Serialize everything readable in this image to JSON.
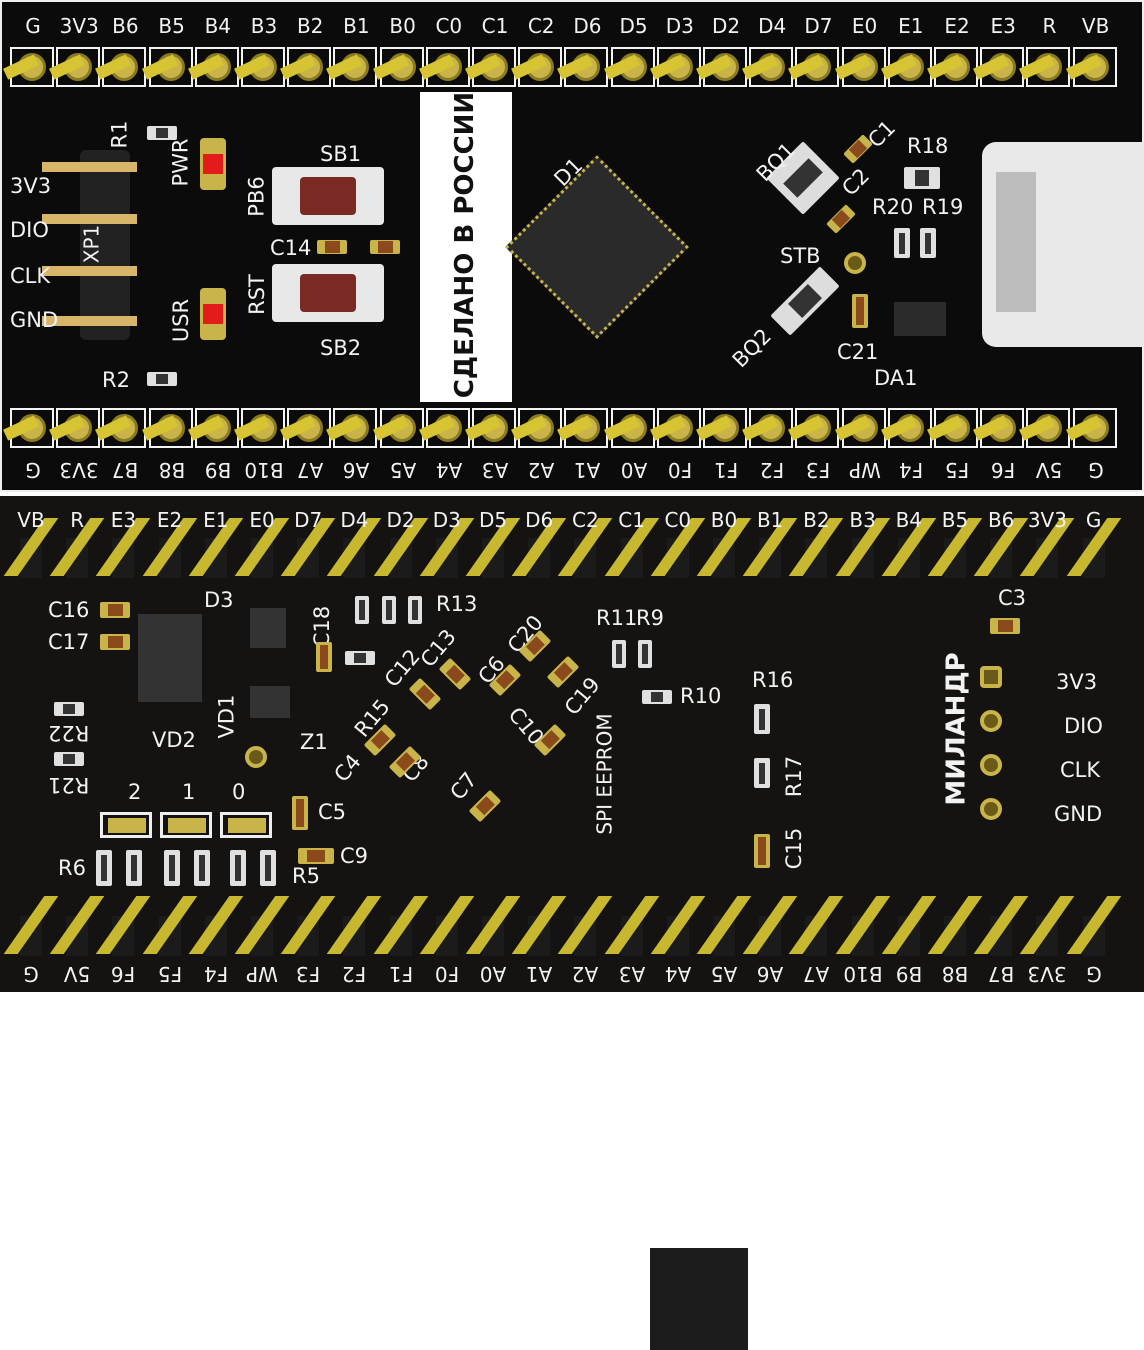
{
  "top_board": {
    "top_pins": [
      "G",
      "3V3",
      "B6",
      "B5",
      "B4",
      "B3",
      "B2",
      "B1",
      "B0",
      "C0",
      "C1",
      "C2",
      "D6",
      "D5",
      "D3",
      "D2",
      "D4",
      "D7",
      "E0",
      "E1",
      "E2",
      "E3",
      "R",
      "VB"
    ],
    "bottom_pins": [
      "G",
      "3V3",
      "B7",
      "B8",
      "B9",
      "B10",
      "A7",
      "A6",
      "A5",
      "A4",
      "A3",
      "A2",
      "A1",
      "A0",
      "F0",
      "F1",
      "F2",
      "F3",
      "WP",
      "F4",
      "F5",
      "F6",
      "5V",
      "G"
    ],
    "made_in": "СДЕЛАНО В РОССИИ",
    "labels": {
      "r1": "R1",
      "pwr": "PWR",
      "pb6": "PB6",
      "sb1": "SB1",
      "c14": "C14",
      "rst": "RST",
      "usr": "USR",
      "sb2": "SB2",
      "r2": "R2",
      "xp1": "XP1",
      "d1": "D1",
      "bq1": "BQ1",
      "c1": "C1",
      "c2": "C2",
      "r18": "R18",
      "r20": "R20",
      "r19": "R19",
      "stb": "STB",
      "bq2": "BQ2",
      "c21": "C21",
      "da1": "DA1"
    },
    "swd": [
      "3V3",
      "DIO",
      "CLK",
      "GND"
    ]
  },
  "bottom_board": {
    "top_pins": [
      "VB",
      "R",
      "E3",
      "E2",
      "E1",
      "E0",
      "D7",
      "D4",
      "D2",
      "D3",
      "D5",
      "D6",
      "C2",
      "C1",
      "C0",
      "B0",
      "B1",
      "B2",
      "B3",
      "B4",
      "B5",
      "B6",
      "3V3",
      "G"
    ],
    "bottom_pins": [
      "G",
      "5V",
      "F6",
      "F5",
      "F4",
      "WP",
      "F3",
      "F2",
      "F1",
      "F0",
      "A0",
      "A1",
      "A2",
      "A3",
      "A4",
      "A5",
      "A6",
      "A7",
      "B10",
      "B9",
      "B8",
      "B7",
      "3V3",
      "G"
    ],
    "labels": {
      "c16": "C16",
      "c17": "C17",
      "d3": "D3",
      "c18": "C18",
      "r13": "R13",
      "vd2": "VD2",
      "vd1": "VD1",
      "z1": "Z1",
      "c12": "C12",
      "c13": "C13",
      "c6": "C6",
      "c20": "C20",
      "r15": "R15",
      "c4": "C4",
      "c8": "C8",
      "c10": "C10",
      "c19": "C19",
      "c7": "C7",
      "r11": "R11",
      "r9": "R9",
      "r10": "R10",
      "r16": "R16",
      "r17": "R17",
      "c15": "C15",
      "eeprom": "SPI EEPROM",
      "c3": "C3",
      "r22": "R22",
      "r21": "R21",
      "c5": "C5",
      "c9": "C9",
      "r5": "R5",
      "r6": "R6",
      "milandr": "МИЛАНДР"
    },
    "boot_select": [
      "2",
      "1",
      "0"
    ],
    "swd": [
      "3V3",
      "DIO",
      "CLK",
      "GND"
    ]
  }
}
